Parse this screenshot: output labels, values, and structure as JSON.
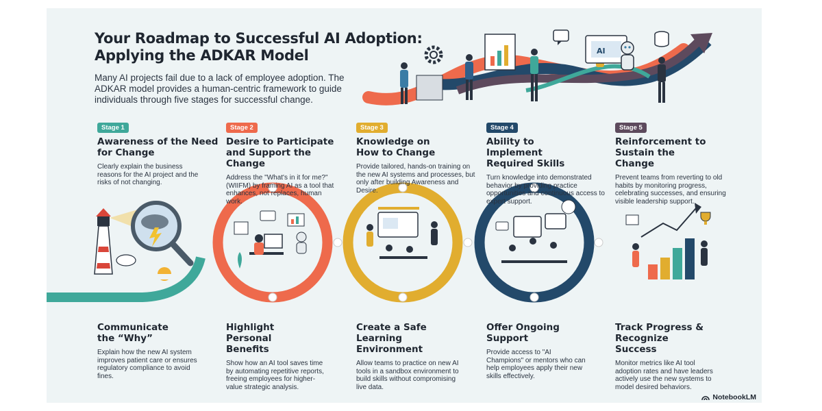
{
  "header": {
    "title_line1": "Your Roadmap to Successful AI Adoption:",
    "title_line2": "Applying the ADKAR Model",
    "intro": "Many AI projects fail due to a lack of employee adoption. The ADKAR model provides a human-centric framework to guide individuals through five stages for successful change."
  },
  "stages": [
    {
      "badge": "Stage 1",
      "title": "Awareness of the Need for Change",
      "description": "Clearly explain the business reasons for the AI project and the risks of not changing.",
      "color": "#3fa89a"
    },
    {
      "badge": "Stage 2",
      "title": "Desire to Participate and Support the Change",
      "description": "Address the \"What's in it for me?\" (WIIFM) by framing AI as a tool that enhances, not replaces, human work.",
      "color": "#ee6a4c"
    },
    {
      "badge": "Stage 3",
      "title": "Knowledge on How to Change",
      "description": "Provide tailored, hands-on training on the new AI systems and processes, but only after building Awareness and Desire.",
      "color": "#e1ad2f"
    },
    {
      "badge": "Stage 4",
      "title": "Ability to Implement Required Skills",
      "description": "Turn knowledge into demonstrated behavior by providing practice opportunities and continuous access to expert support.",
      "color": "#23496a"
    },
    {
      "badge": "Stage 5",
      "title": "Reinforcement to Sustain the Change",
      "description": "Prevent teams from reverting to old habits by monitoring progress, celebrating successes, and ensuring visible leadership support.",
      "color": "#5d4a5d"
    }
  ],
  "actions": [
    {
      "title": "Communicate the “Why”",
      "description": "Explain how the new AI system improves patient care or ensures regulatory compliance to avoid fines."
    },
    {
      "title": "Highlight Personal Benefits",
      "description": "Show how an AI tool saves time by automating repetitive reports, freeing employees for higher-value strategic analysis."
    },
    {
      "title": "Create a Safe Learning Environment",
      "description": "Allow teams to practice on new AI tools in a sandbox environment to build skills without compromising live data."
    },
    {
      "title": "Offer Ongoing Support",
      "description": "Provide access to \"AI Champions\" or mentors who can help employees apply their new skills effectively."
    },
    {
      "title": "Track Progress & Recognize Success",
      "description": "Monitor metrics like AI tool adoption rates and have leaders actively use the new systems to model desired behaviors."
    }
  ],
  "hero": {
    "screen_label": "AI"
  },
  "brand": {
    "name": "NotebookLM"
  },
  "icons": [
    "lighthouse-icon",
    "magnifier-storm-icon",
    "cloud-icon",
    "sun-icon",
    "robot-icon",
    "gear-icon",
    "laptop-icon",
    "trophy-icon",
    "bar-chart-icon",
    "database-icon",
    "chat-bubble-icon"
  ]
}
